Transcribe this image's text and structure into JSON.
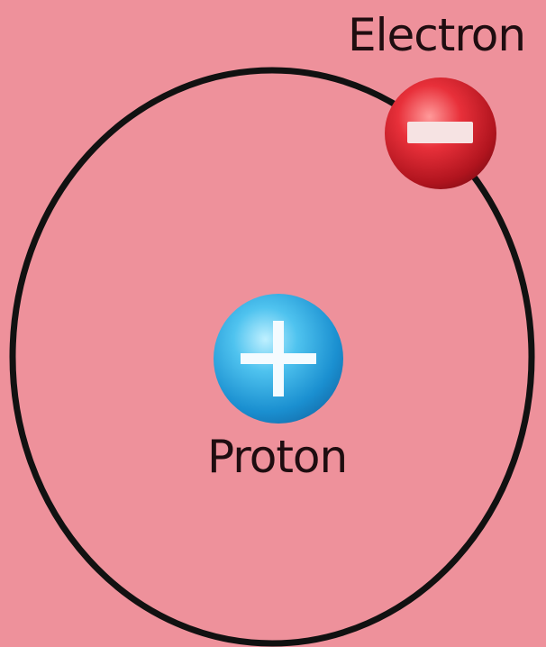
{
  "labels": {
    "electron": "Electron",
    "proton": "Proton"
  },
  "particles": {
    "electron": {
      "sign": "minus",
      "icon": "minus-icon",
      "charge_label": "−"
    },
    "proton": {
      "sign": "plus",
      "icon": "plus-icon",
      "charge_label": "+"
    }
  },
  "colors": {
    "background": "#ee919b",
    "orbit": "#111111",
    "electron": "#d8232d",
    "proton": "#1f9fdb",
    "label_text": "#1f0d10"
  }
}
